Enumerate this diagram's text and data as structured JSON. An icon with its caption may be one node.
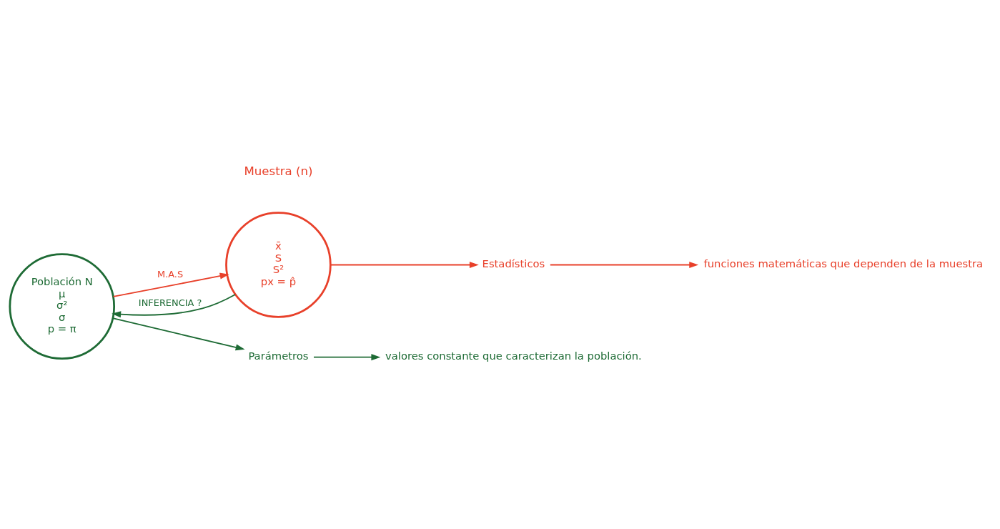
{
  "diagram": {
    "nodes": [
      {
        "text": [
          "Población N",
          "μ",
          "σ²",
          "σ",
          "p = π"
        ]
      },
      {
        "text": [
          "x̄",
          "S",
          "S²",
          "px = p̂"
        ]
      },
      {
        "text": [
          "Estadísticos"
        ]
      },
      {
        "text": [
          "funciones matemáticas que dependen de la muestra"
        ]
      },
      {
        "text": [
          "Parámetros"
        ]
      },
      {
        "text": [
          "valores constante que caracterizan la población."
        ]
      }
    ],
    "edges": [
      {
        "from": 0,
        "to": 1,
        "arrow": "to",
        "label": "M.A.S",
        "color": "#e8402a"
      },
      {
        "from": 1,
        "to": 0,
        "arrow": "to",
        "label": "INFERENCIA ?",
        "color": "#1e6b35"
      },
      {
        "from": 0,
        "to": 4,
        "arrow": "to",
        "color": "#1e6b35"
      },
      {
        "from": 4,
        "to": 5,
        "arrow": "to",
        "color": "#1e6b35"
      },
      {
        "from": 1,
        "to": 2,
        "arrow": "to",
        "color": "#e8402a"
      },
      {
        "from": 2,
        "to": 3,
        "arrow": "to",
        "color": "#e8402a"
      }
    ],
    "labels": [
      "Muestra (n)"
    ]
  }
}
